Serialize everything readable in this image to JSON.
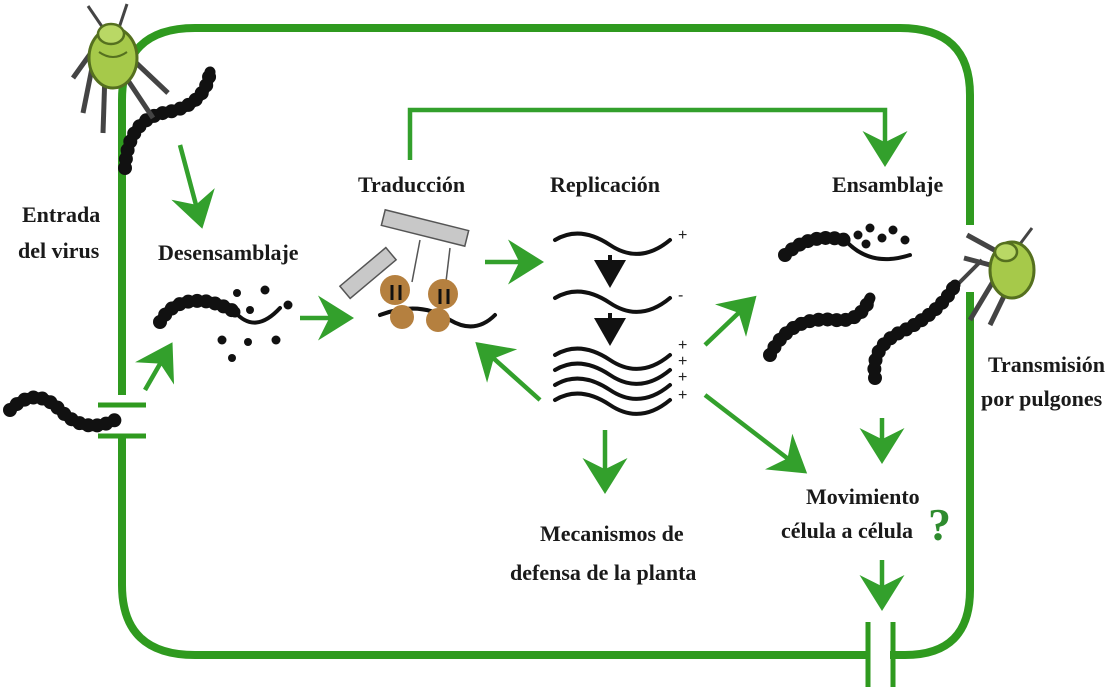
{
  "labels": {
    "entrada": [
      "Entrada",
      "del virus"
    ],
    "desensamblaje": "Desensamblaje",
    "traduccion": "Traducción",
    "replicacion": "Replicación",
    "ensamblaje": "Ensamblaje",
    "transmision": [
      "Transmisión",
      "por pulgones"
    ],
    "mecanismos": [
      "Mecanismos de",
      "defensa de la planta"
    ],
    "movimiento": [
      "Movimiento",
      "célula a célula"
    ],
    "question_mark": "?"
  },
  "strand_signs": [
    "+",
    "-",
    "+",
    "+",
    "+",
    "+"
  ],
  "colors": {
    "cell_wall": "#2f9a1f",
    "arrow": "#33a02c",
    "virus": "#111111",
    "ribosome": "#b5803f",
    "aphid": "#a6c94a",
    "text": "#1a1a1a"
  },
  "icons": [
    "aphid-icon",
    "ribosome-icon",
    "protein-chain-icon",
    "viral-rna-icon",
    "virion-icon",
    "question-mark-icon"
  ]
}
